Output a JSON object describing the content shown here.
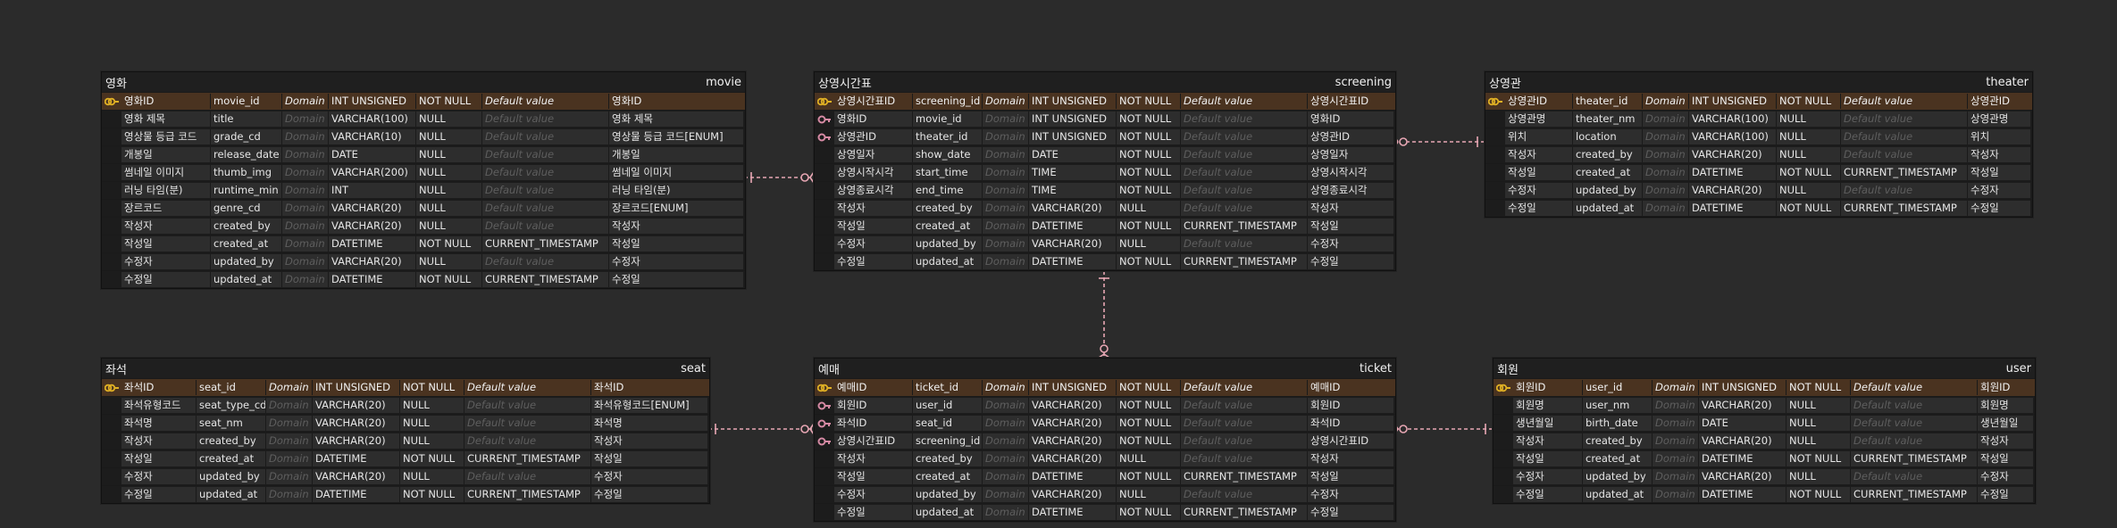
{
  "colors": {
    "line": "#e8a7b4",
    "pk_row": "#4a3320",
    "key_gold": "#e0b024",
    "key_pink": "#d68aa4"
  },
  "placeholders": {
    "domain": "Domain",
    "default": "Default value"
  },
  "tables": [
    {
      "id": "movie",
      "korean": "영화",
      "english": "movie",
      "rows": [
        {
          "key": "pk",
          "name": "영화ID",
          "col": "movie_id",
          "type": "INT UNSIGNED",
          "nn": "NOT NULL",
          "def": "",
          "comment": "영화ID"
        },
        {
          "key": "",
          "name": "영화 제목",
          "col": "title",
          "type": "VARCHAR(100)",
          "nn": "NULL",
          "def": "",
          "comment": "영화 제목"
        },
        {
          "key": "",
          "name": "영상물 등급 코드",
          "col": "grade_cd",
          "type": "VARCHAR(10)",
          "nn": "NULL",
          "def": "",
          "comment": "영상물 등급 코드[ENUM]"
        },
        {
          "key": "",
          "name": "개봉일",
          "col": "release_date",
          "type": "DATE",
          "nn": "NULL",
          "def": "",
          "comment": "개봉일"
        },
        {
          "key": "",
          "name": "썸네일 이미지",
          "col": "thumb_img",
          "type": "VARCHAR(200)",
          "nn": "NULL",
          "def": "",
          "comment": "썸네일 이미지"
        },
        {
          "key": "",
          "name": "러닝 타임(분)",
          "col": "runtime_min",
          "type": "INT",
          "nn": "NULL",
          "def": "",
          "comment": "러닝 타임(분)"
        },
        {
          "key": "",
          "name": "장르코드",
          "col": "genre_cd",
          "type": "VARCHAR(20)",
          "nn": "NULL",
          "def": "",
          "comment": "장르코드[ENUM]"
        },
        {
          "key": "",
          "name": "작성자",
          "col": "created_by",
          "type": "VARCHAR(20)",
          "nn": "NULL",
          "def": "",
          "comment": "작성자"
        },
        {
          "key": "",
          "name": "작성일",
          "col": "created_at",
          "type": "DATETIME",
          "nn": "NOT NULL",
          "def": "CURRENT_TIMESTAMP",
          "comment": "작성일"
        },
        {
          "key": "",
          "name": "수정자",
          "col": "updated_by",
          "type": "VARCHAR(20)",
          "nn": "NULL",
          "def": "",
          "comment": "수정자"
        },
        {
          "key": "",
          "name": "수정일",
          "col": "updated_at",
          "type": "DATETIME",
          "nn": "NOT NULL",
          "def": "CURRENT_TIMESTAMP",
          "comment": "수정일"
        }
      ]
    },
    {
      "id": "screening",
      "korean": "상영시간표",
      "english": "screening",
      "rows": [
        {
          "key": "pk",
          "name": "상영시간표ID",
          "col": "screening_id",
          "type": "INT UNSIGNED",
          "nn": "NOT NULL",
          "def": "",
          "comment": "상영시간표ID"
        },
        {
          "key": "fk",
          "name": "영화ID",
          "col": "movie_id",
          "type": "INT UNSIGNED",
          "nn": "NOT NULL",
          "def": "",
          "comment": "영화ID"
        },
        {
          "key": "fk",
          "name": "상영관ID",
          "col": "theater_id",
          "type": "INT UNSIGNED",
          "nn": "NOT NULL",
          "def": "",
          "comment": "상영관ID"
        },
        {
          "key": "",
          "name": "상영일자",
          "col": "show_date",
          "type": "DATE",
          "nn": "NOT NULL",
          "def": "",
          "comment": "상영일자"
        },
        {
          "key": "",
          "name": "상영시작시각",
          "col": "start_time",
          "type": "TIME",
          "nn": "NOT NULL",
          "def": "",
          "comment": "상영시작시각"
        },
        {
          "key": "",
          "name": "상영종료시각",
          "col": "end_time",
          "type": "TIME",
          "nn": "NOT NULL",
          "def": "",
          "comment": "상영종료시각"
        },
        {
          "key": "",
          "name": "작성자",
          "col": "created_by",
          "type": "VARCHAR(20)",
          "nn": "NULL",
          "def": "",
          "comment": "작성자"
        },
        {
          "key": "",
          "name": "작성일",
          "col": "created_at",
          "type": "DATETIME",
          "nn": "NOT NULL",
          "def": "CURRENT_TIMESTAMP",
          "comment": "작성일"
        },
        {
          "key": "",
          "name": "수정자",
          "col": "updated_by",
          "type": "VARCHAR(20)",
          "nn": "NULL",
          "def": "",
          "comment": "수정자"
        },
        {
          "key": "",
          "name": "수정일",
          "col": "updated_at",
          "type": "DATETIME",
          "nn": "NOT NULL",
          "def": "CURRENT_TIMESTAMP",
          "comment": "수정일"
        }
      ]
    },
    {
      "id": "theater",
      "korean": "상영관",
      "english": "theater",
      "rows": [
        {
          "key": "pk",
          "name": "상영관ID",
          "col": "theater_id",
          "type": "INT UNSIGNED",
          "nn": "NOT NULL",
          "def": "",
          "comment": "상영관ID"
        },
        {
          "key": "",
          "name": "상영관명",
          "col": "theater_nm",
          "type": "VARCHAR(100)",
          "nn": "NULL",
          "def": "",
          "comment": "상영관명"
        },
        {
          "key": "",
          "name": "위치",
          "col": "location",
          "type": "VARCHAR(100)",
          "nn": "NULL",
          "def": "",
          "comment": "위치"
        },
        {
          "key": "",
          "name": "작성자",
          "col": "created_by",
          "type": "VARCHAR(20)",
          "nn": "NULL",
          "def": "",
          "comment": "작성자"
        },
        {
          "key": "",
          "name": "작성일",
          "col": "created_at",
          "type": "DATETIME",
          "nn": "NOT NULL",
          "def": "CURRENT_TIMESTAMP",
          "comment": "작성일"
        },
        {
          "key": "",
          "name": "수정자",
          "col": "updated_by",
          "type": "VARCHAR(20)",
          "nn": "NULL",
          "def": "",
          "comment": "수정자"
        },
        {
          "key": "",
          "name": "수정일",
          "col": "updated_at",
          "type": "DATETIME",
          "nn": "NOT NULL",
          "def": "CURRENT_TIMESTAMP",
          "comment": "수정일"
        }
      ]
    },
    {
      "id": "seat",
      "korean": "좌석",
      "english": "seat",
      "rows": [
        {
          "key": "pk",
          "name": "좌석ID",
          "col": "seat_id",
          "type": "INT UNSIGNED",
          "nn": "NOT NULL",
          "def": "",
          "comment": "좌석ID"
        },
        {
          "key": "",
          "name": "좌석유형코드",
          "col": "seat_type_cd",
          "type": "VARCHAR(20)",
          "nn": "NULL",
          "def": "",
          "comment": "좌석유형코드[ENUM]"
        },
        {
          "key": "",
          "name": "좌석명",
          "col": "seat_nm",
          "type": "VARCHAR(20)",
          "nn": "NULL",
          "def": "",
          "comment": "좌석명"
        },
        {
          "key": "",
          "name": "작성자",
          "col": "created_by",
          "type": "VARCHAR(20)",
          "nn": "NULL",
          "def": "",
          "comment": "작성자"
        },
        {
          "key": "",
          "name": "작성일",
          "col": "created_at",
          "type": "DATETIME",
          "nn": "NOT NULL",
          "def": "CURRENT_TIMESTAMP",
          "comment": "작성일"
        },
        {
          "key": "",
          "name": "수정자",
          "col": "updated_by",
          "type": "VARCHAR(20)",
          "nn": "NULL",
          "def": "",
          "comment": "수정자"
        },
        {
          "key": "",
          "name": "수정일",
          "col": "updated_at",
          "type": "DATETIME",
          "nn": "NOT NULL",
          "def": "CURRENT_TIMESTAMP",
          "comment": "수정일"
        }
      ]
    },
    {
      "id": "ticket",
      "korean": "예매",
      "english": "ticket",
      "rows": [
        {
          "key": "pk",
          "name": "예매ID",
          "col": "ticket_id",
          "type": "INT UNSIGNED",
          "nn": "NOT NULL",
          "def": "",
          "comment": "예매ID"
        },
        {
          "key": "fk",
          "name": "회원ID",
          "col": "user_id",
          "type": "VARCHAR(20)",
          "nn": "NOT NULL",
          "def": "",
          "comment": "회원ID"
        },
        {
          "key": "fk",
          "name": "좌석ID",
          "col": "seat_id",
          "type": "VARCHAR(20)",
          "nn": "NOT NULL",
          "def": "",
          "comment": "좌석ID"
        },
        {
          "key": "fk",
          "name": "상영시간표ID",
          "col": "screening_id",
          "type": "VARCHAR(20)",
          "nn": "NOT NULL",
          "def": "",
          "comment": "상영시간표ID"
        },
        {
          "key": "",
          "name": "작성자",
          "col": "created_by",
          "type": "VARCHAR(20)",
          "nn": "NULL",
          "def": "",
          "comment": "작성자"
        },
        {
          "key": "",
          "name": "작성일",
          "col": "created_at",
          "type": "DATETIME",
          "nn": "NOT NULL",
          "def": "CURRENT_TIMESTAMP",
          "comment": "작성일"
        },
        {
          "key": "",
          "name": "수정자",
          "col": "updated_by",
          "type": "VARCHAR(20)",
          "nn": "NULL",
          "def": "",
          "comment": "수정자"
        },
        {
          "key": "",
          "name": "수정일",
          "col": "updated_at",
          "type": "DATETIME",
          "nn": "NOT NULL",
          "def": "CURRENT_TIMESTAMP",
          "comment": "수정일"
        }
      ]
    },
    {
      "id": "user",
      "korean": "회원",
      "english": "user",
      "rows": [
        {
          "key": "pk",
          "name": "회원ID",
          "col": "user_id",
          "type": "INT UNSIGNED",
          "nn": "NOT NULL",
          "def": "",
          "comment": "회원ID"
        },
        {
          "key": "",
          "name": "회원명",
          "col": "user_nm",
          "type": "VARCHAR(20)",
          "nn": "NULL",
          "def": "",
          "comment": "회원명"
        },
        {
          "key": "",
          "name": "생년월일",
          "col": "birth_date",
          "type": "DATE",
          "nn": "NULL",
          "def": "",
          "comment": "생년월일"
        },
        {
          "key": "",
          "name": "작성자",
          "col": "created_by",
          "type": "VARCHAR(20)",
          "nn": "NULL",
          "def": "",
          "comment": "작성자"
        },
        {
          "key": "",
          "name": "작성일",
          "col": "created_at",
          "type": "DATETIME",
          "nn": "NOT NULL",
          "def": "CURRENT_TIMESTAMP",
          "comment": "작성일"
        },
        {
          "key": "",
          "name": "수정자",
          "col": "updated_by",
          "type": "VARCHAR(20)",
          "nn": "NULL",
          "def": "",
          "comment": "수정자"
        },
        {
          "key": "",
          "name": "수정일",
          "col": "updated_at",
          "type": "DATETIME",
          "nn": "NOT NULL",
          "def": "CURRENT_TIMESTAMP",
          "comment": "수정일"
        }
      ]
    }
  ],
  "relationships": [
    {
      "from": "movie",
      "to": "screening"
    },
    {
      "from": "theater",
      "to": "screening"
    },
    {
      "from": "screening",
      "to": "ticket"
    },
    {
      "from": "seat",
      "to": "ticket"
    },
    {
      "from": "user",
      "to": "ticket"
    }
  ]
}
